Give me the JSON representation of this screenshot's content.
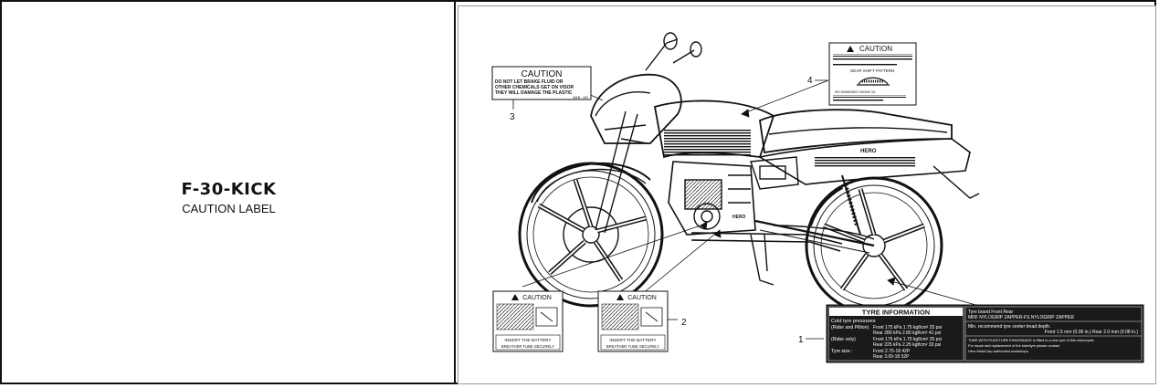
{
  "part": {
    "code": "F-30-KICK",
    "name": "CAUTION LABEL"
  },
  "callouts": [
    "1",
    "2",
    "3",
    "4"
  ],
  "visor_label": {
    "title": "CAUTION",
    "lines": [
      "DO NOT LET BRAKE FLUID OR",
      "OTHER CHEMICALS GET ON VISOR",
      "THEY WILL DAMAGE THE PLASTIC"
    ],
    "code": "MAB - 400"
  },
  "tank_label": {
    "title": "CAUTION",
    "section": "GEAR SHIFT PATTERN",
    "recommended": "RECOMMENDED ENGINE OIL"
  },
  "battery_label_left": {
    "title": "CAUTION",
    "footer": [
      "INSERT THE BATTERY",
      "BREATHER TUBE SECURELY"
    ]
  },
  "battery_label_right": {
    "title": "CAUTION",
    "footer": [
      "INSERT THE BATTERY",
      "BREATHER TUBE SECURELY"
    ]
  },
  "tyre_label": {
    "title": "TYRE INFORMATION",
    "cold": "Cold tyre pressures",
    "rider_pillion": "(Rider and Pillion)",
    "rider_only": "(Rider only)",
    "front1": "Front  175 kPa  1.75 kgf/cm²  25 psi",
    "rear1": "Rear  280 kPa  2.80 kgf/cm²  41 psi",
    "front2": "Front  175 kPa  1.75 kgf/cm²  25 psi",
    "rear2": "Rear  225 kPa  2.25 kgf/cm²  33 psi",
    "size_label": "Tyre size  :",
    "size_front": "Front  2.75-18 42P",
    "size_rear": "Rear  3.00-18 52P",
    "brand_head": "Tyre brand  Front                    Rear",
    "brand_row": "MRF          NYLOGRIP ZAPPER-FS  NYLOGRIP ZAPPER",
    "depth_head": "Min. recommend tyre center tread depth.",
    "depth_row": "Front 1.5 mm (0.06 in.)   Rear 2.0 mm (0.08 in.)",
    "note1": "TUBE WITH PUNCTURE ENDURANCE is fitted to a rear tyre of this motorcycle",
    "note2": "For repair and replacement of the tube/tyre please contact",
    "note3": "Hero MotoCorp authorised workshops."
  },
  "decals": {
    "tank_brand": "HERO",
    "engine_brand": "HERO"
  }
}
